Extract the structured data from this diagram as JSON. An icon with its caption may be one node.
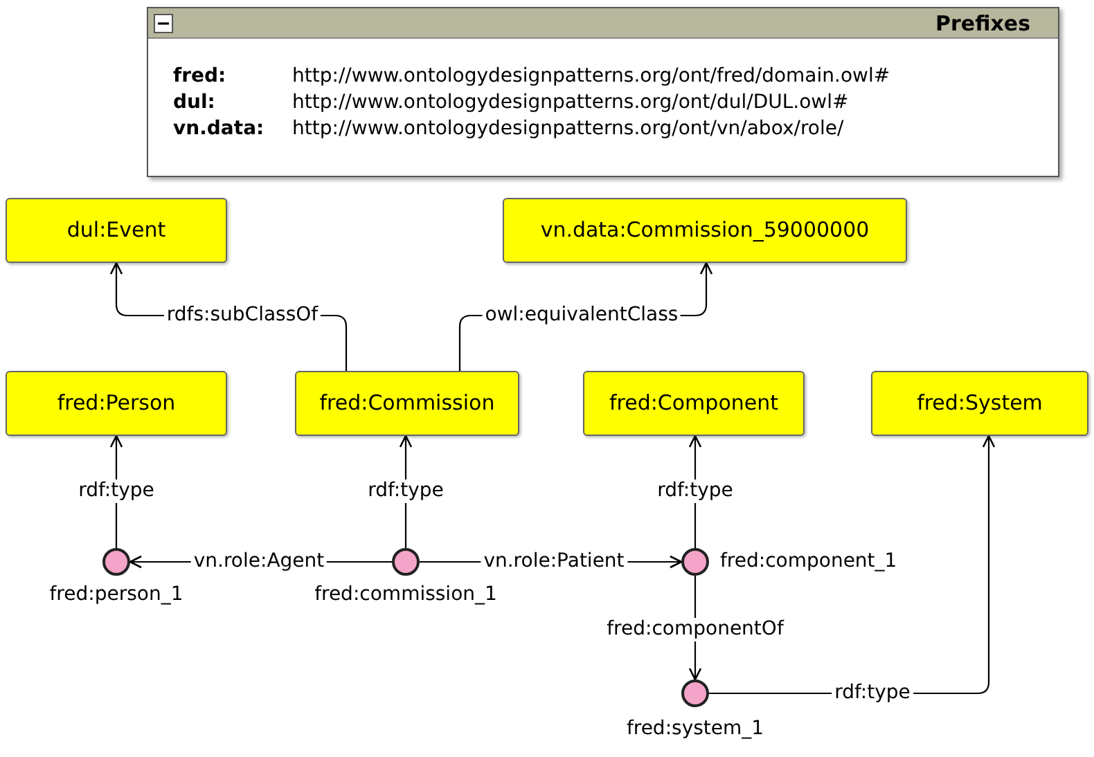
{
  "diagram": {
    "nodes": [
      {
        "text": [
          "Prefixes"
        ]
      },
      {
        "text": [
          "dul:Event"
        ]
      },
      {
        "text": [
          "vn.data:Commission_59000000"
        ]
      },
      {
        "text": [
          "fred:Person"
        ]
      },
      {
        "text": [
          "fred:Commission"
        ]
      },
      {
        "text": [
          "fred:Component"
        ]
      },
      {
        "text": [
          "fred:System"
        ]
      },
      {
        "text": [],
        "shape": "circle",
        "beside": [
          "fred:person_1"
        ]
      },
      {
        "text": [],
        "shape": "circle",
        "beside": [
          "fred:commission_1"
        ]
      },
      {
        "text": [],
        "shape": "circle",
        "beside": [
          "fred:component_1"
        ]
      },
      {
        "text": [],
        "shape": "circle",
        "beside": [
          "fred:system_1"
        ]
      }
    ],
    "edges": [
      {
        "from": 4,
        "to": 1,
        "arrow": "to",
        "label": "rdfs:subClassOf"
      },
      {
        "from": 4,
        "to": 2,
        "arrow": "to",
        "label": "owl:equivalentClass"
      },
      {
        "from": 7,
        "to": 3,
        "arrow": "to",
        "label": "rdf:type"
      },
      {
        "from": 8,
        "to": 4,
        "arrow": "to",
        "label": "rdf:type"
      },
      {
        "from": 9,
        "to": 5,
        "arrow": "to",
        "label": "rdf:type"
      },
      {
        "from": 8,
        "to": 7,
        "arrow": "to",
        "label": "vn.role:Agent"
      },
      {
        "from": 8,
        "to": 9,
        "arrow": "to",
        "label": "vn.role:Patient"
      },
      {
        "from": 9,
        "to": 10,
        "arrow": "to",
        "label": "fred:componentOf"
      },
      {
        "from": 10,
        "to": 6,
        "arrow": "to",
        "label": "rdf:type"
      }
    ],
    "labels": [
      "fred:",
      "http://www.ontologydesignpatterns.org/ont/fred/domain.owl#",
      "dul:",
      "http://www.ontologydesignpatterns.org/ont/dul/DUL.owl#",
      "vn.data:",
      "http://www.ontologydesignpatterns.org/ont/vn/abox/role/"
    ]
  }
}
